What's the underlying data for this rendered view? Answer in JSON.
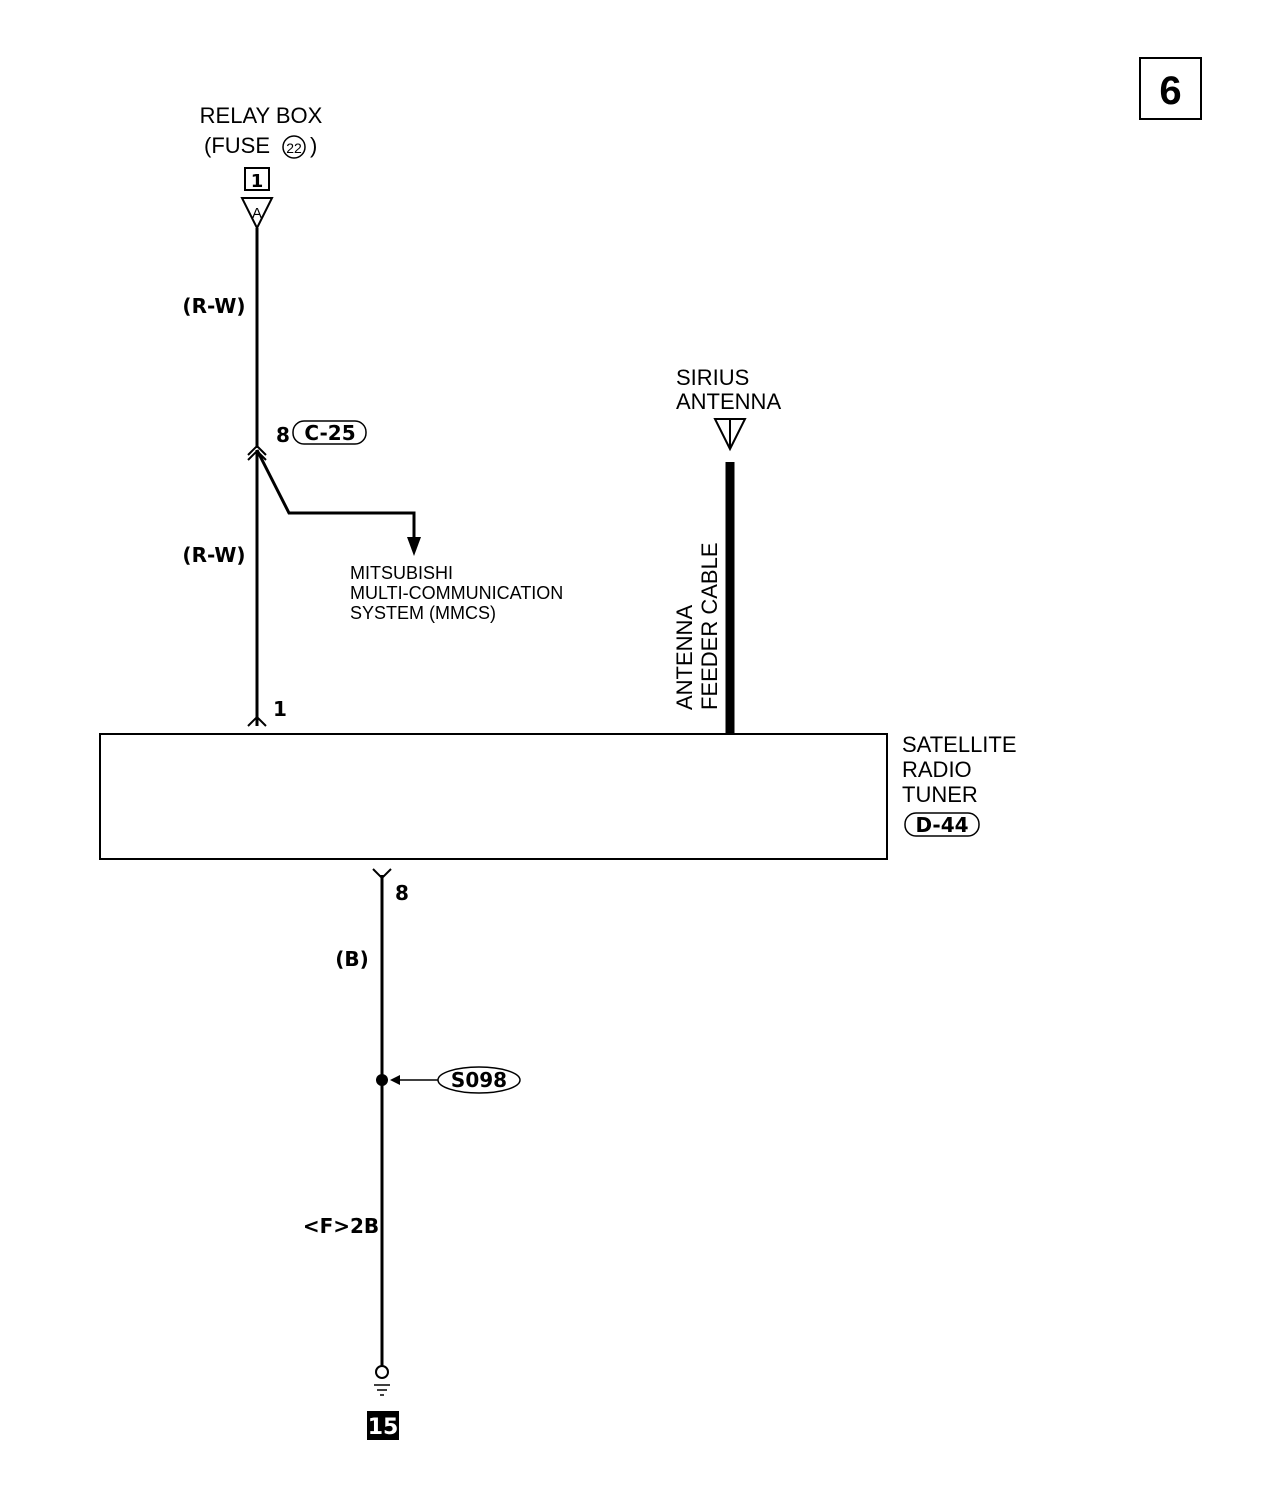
{
  "page_number": "6",
  "relay_box": {
    "title": "RELAY BOX",
    "fuse_label": "(FUSE",
    "fuse_number": "22",
    "fuse_close": ")",
    "terminal": "1",
    "connector_letter": "A"
  },
  "wires": {
    "upper_color": "(R-W)",
    "middle_color": "(R-W)",
    "lower_color": "(B)",
    "ground_circuit": "<F>2B"
  },
  "connector_c25": {
    "pin": "8",
    "id": "C-25"
  },
  "mmcs": {
    "line1": "MITSUBISHI",
    "line2": "MULTI-COMMUNICATION",
    "line3": "SYSTEM (MMCS)"
  },
  "antenna": {
    "line1": "SIRIUS",
    "line2": "ANTENNA",
    "cable_line1": "ANTENNA",
    "cable_line2": "FEEDER CABLE"
  },
  "tuner": {
    "line1": "SATELLITE",
    "line2": "RADIO",
    "line3": "TUNER",
    "connector_id": "D-44",
    "pin_power": "1",
    "pin_ground": "8"
  },
  "splice": {
    "id": "S098"
  },
  "ground": {
    "number": "15"
  }
}
